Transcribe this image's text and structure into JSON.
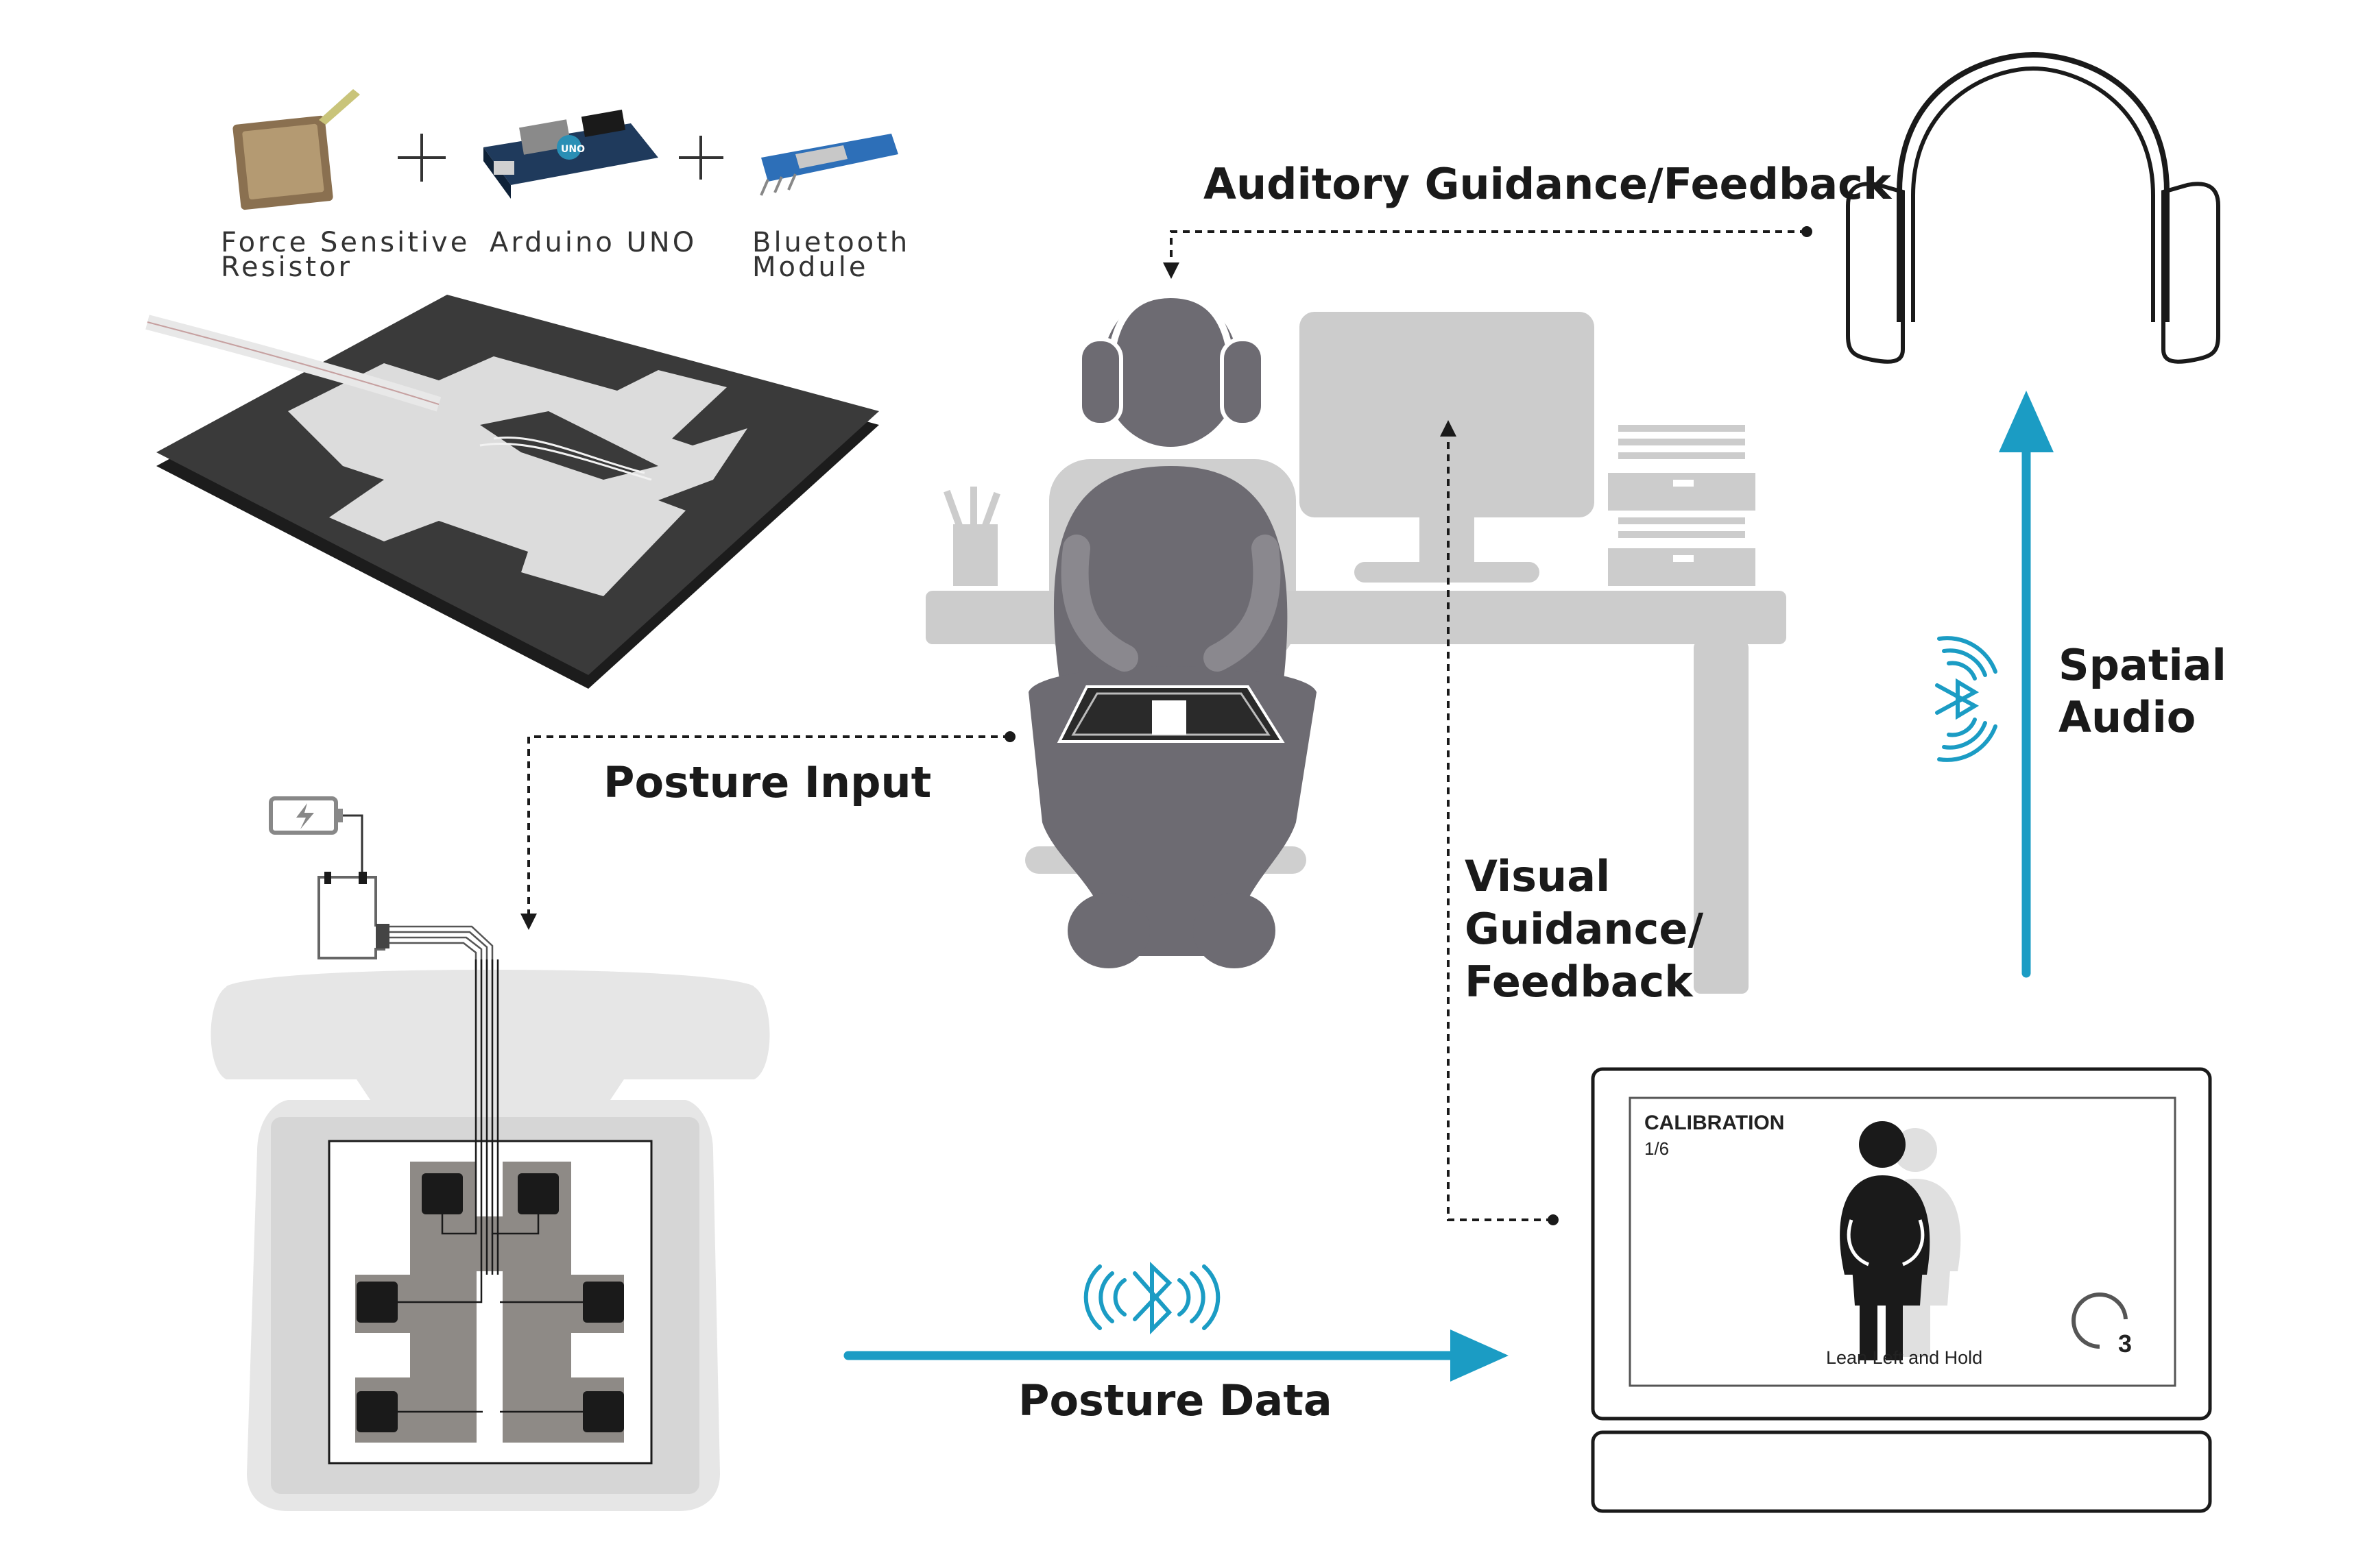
{
  "components": {
    "fsr_label_1": "Force Sensitive",
    "fsr_label_2": "Resistor",
    "arduino_label": "Arduino UNO",
    "arduino_logo": "UNO",
    "bt_label_1": "Bluetooth",
    "bt_label_2": "Module"
  },
  "flows": {
    "auditory": "Auditory Guidance/Feedback",
    "posture_input": "Posture Input",
    "visual_1": "Visual",
    "visual_2": "Guidance/",
    "visual_3": "Feedback",
    "spatial_1": "Spatial",
    "spatial_2": "Audio",
    "posture_data": "Posture Data"
  },
  "screen": {
    "title": "CALIBRATION",
    "step": "1/6",
    "instruction": "Lean Left and Hold",
    "countdown": "3"
  },
  "colors": {
    "accent": "#1b9cc4",
    "person": "#6d6b72",
    "furniture": "#cccccc",
    "pad_gray": "#8e8a86",
    "felt_dark": "#3a3a3a",
    "felt_light": "#dcdcdc"
  },
  "icons": [
    "battery-icon",
    "bluetooth-icon",
    "headphones-icon",
    "plus-icon",
    "arrow-icon"
  ]
}
